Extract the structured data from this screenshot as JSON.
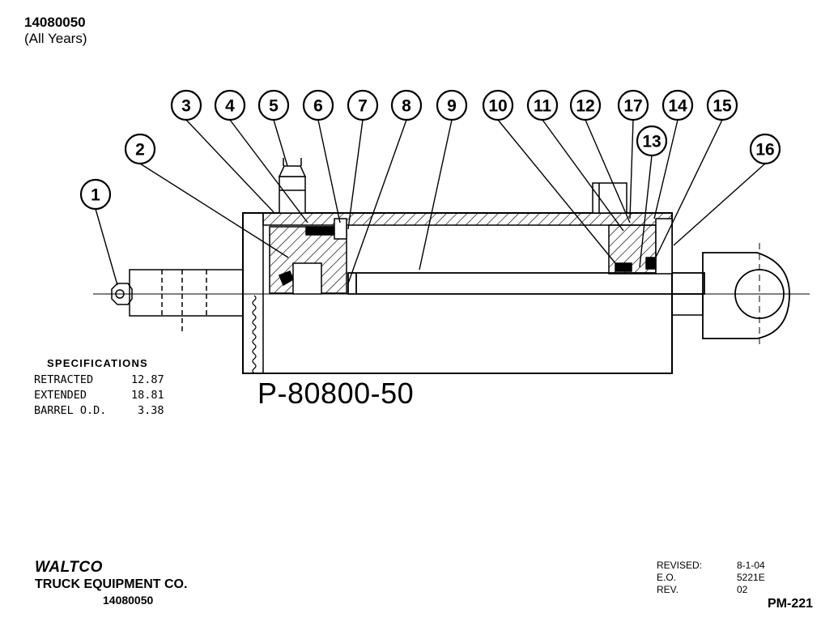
{
  "header": {
    "part_number": "14080050",
    "years": "(All Years)"
  },
  "callouts": [
    "1",
    "2",
    "3",
    "4",
    "5",
    "6",
    "7",
    "8",
    "9",
    "10",
    "11",
    "12",
    "17",
    "13",
    "14",
    "15",
    "16"
  ],
  "specifications": {
    "title": "SPECIFICATIONS",
    "rows": [
      {
        "label": "RETRACTED",
        "value": "12.87"
      },
      {
        "label": "EXTENDED",
        "value": "18.81"
      },
      {
        "label": "BARREL O.D.",
        "value": "3.38"
      }
    ]
  },
  "model_number": "P-80800-50",
  "footer": {
    "brand": "WALTCO",
    "company": "TRUCK EQUIPMENT CO.",
    "part_number": "14080050",
    "revision": [
      {
        "label": "REVISED:",
        "value": "8-1-04"
      },
      {
        "label": "E.O.",
        "value": "5221E"
      },
      {
        "label": "REV.",
        "value": "02"
      }
    ],
    "page_code": "PM-221"
  }
}
